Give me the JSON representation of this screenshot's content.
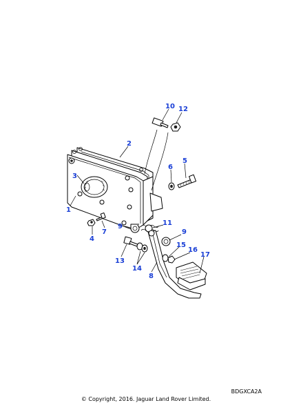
{
  "callouts": {
    "c1": "1",
    "c2": "2",
    "c3": "3",
    "c4": "4",
    "c5": "5",
    "c6": "6",
    "c7": "7",
    "c8": "8",
    "c9a": "9",
    "c9b": "9",
    "c10": "10",
    "c11": "11",
    "c12": "12",
    "c13": "13",
    "c14": "14",
    "c15": "15",
    "c16": "16",
    "c17": "17"
  },
  "reference_code": "BDGXCA2A",
  "copyright": "© Copyright, 2016. Jaguar Land Rover Limited.",
  "colors": {
    "callout": "#1a3fd6",
    "line": "#000000",
    "background": "#ffffff"
  }
}
